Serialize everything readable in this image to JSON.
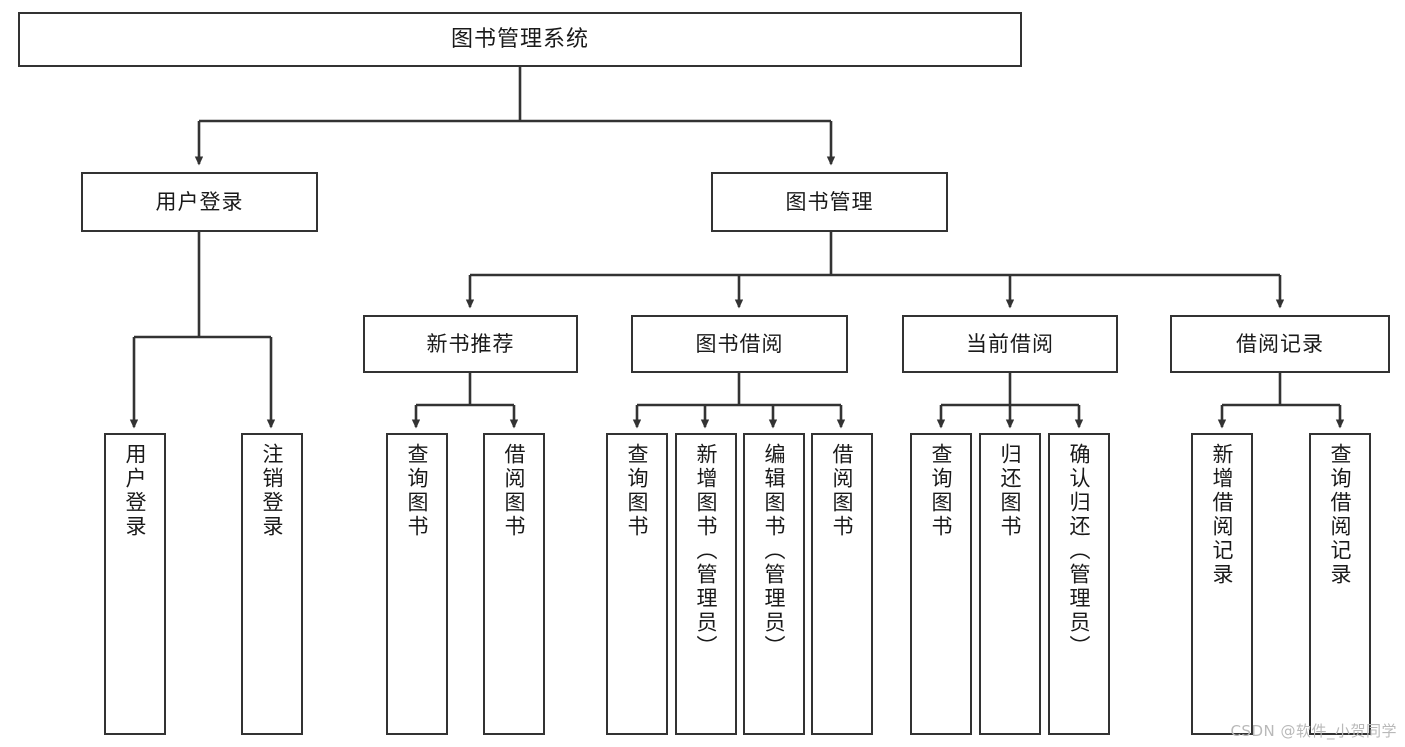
{
  "diagram": {
    "title": "图书管理系统",
    "type": "tree",
    "watermark": "CSDN @软件_小贺同学",
    "colors": {
      "border": "#333333",
      "background": "#ffffff",
      "text": "#1a1a1a",
      "edge": "#333333",
      "watermark": "#b9b9b9"
    },
    "nodes": {
      "root": {
        "label": "图书管理系统"
      },
      "level2": [
        {
          "id": "user-login",
          "label": "用户登录"
        },
        {
          "id": "book-management",
          "label": "图书管理"
        }
      ],
      "level3": [
        {
          "id": "new-book-recommend",
          "label": "新书推荐"
        },
        {
          "id": "book-borrow",
          "label": "图书借阅"
        },
        {
          "id": "current-borrow",
          "label": "当前借阅"
        },
        {
          "id": "borrow-record",
          "label": "借阅记录"
        }
      ],
      "leaves": [
        {
          "id": "leaf-user-login",
          "label": "用户登录",
          "parent": "user-login"
        },
        {
          "id": "leaf-user-logout",
          "label": "注销登录",
          "parent": "user-login"
        },
        {
          "id": "leaf-query-book-1",
          "label": "查询图书",
          "parent": "new-book-recommend"
        },
        {
          "id": "leaf-borrow-book-1",
          "label": "借阅图书",
          "parent": "new-book-recommend"
        },
        {
          "id": "leaf-query-book-2",
          "label": "查询图书",
          "parent": "book-borrow"
        },
        {
          "id": "leaf-add-book",
          "label": "新增图书（管理员）",
          "parent": "book-borrow"
        },
        {
          "id": "leaf-edit-book",
          "label": "编辑图书（管理员）",
          "parent": "book-borrow"
        },
        {
          "id": "leaf-borrow-book-2",
          "label": "借阅图书",
          "parent": "book-borrow"
        },
        {
          "id": "leaf-query-book-3",
          "label": "查询图书",
          "parent": "current-borrow"
        },
        {
          "id": "leaf-return-book",
          "label": "归还图书",
          "parent": "current-borrow"
        },
        {
          "id": "leaf-confirm-return",
          "label": "确认归还（管理员）",
          "parent": "current-borrow"
        },
        {
          "id": "leaf-add-record",
          "label": "新增借阅记录",
          "parent": "borrow-record"
        },
        {
          "id": "leaf-query-record",
          "label": "查询借阅记录",
          "parent": "borrow-record"
        }
      ]
    }
  }
}
